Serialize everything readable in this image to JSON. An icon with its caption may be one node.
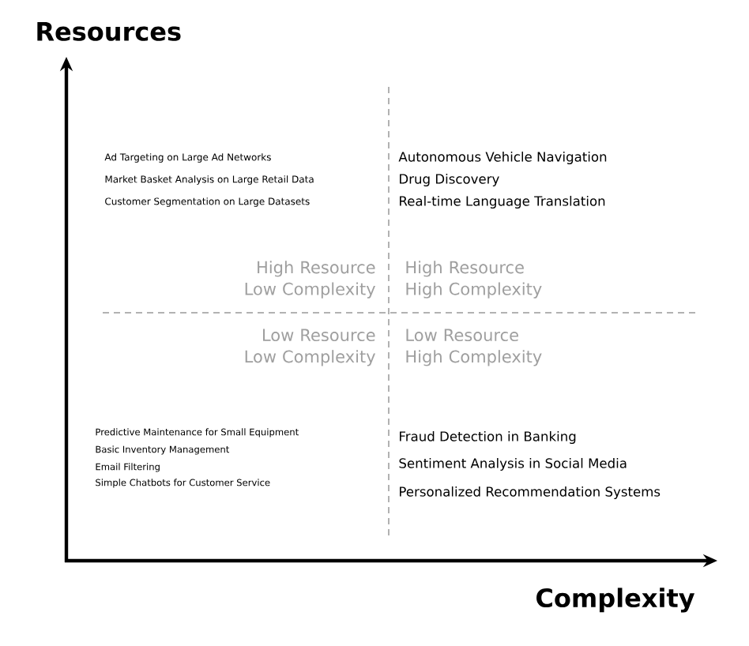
{
  "diagram": {
    "labels": [
      "Resources",
      "Ad Targeting on Large Ad Networks",
      "Market Basket Analysis on Large Retail Data",
      "Customer Segmentation on Large Datasets",
      "Autonomous Vehicle Navigation",
      "Drug Discovery",
      "Real-time Language Translation",
      "High Resource Low Complexity",
      "High Resource High Complexity",
      "Low Resource Low Complexity",
      "Low Resource High Complexity",
      "Predictive Maintenance for Small Equipment",
      "Basic Inventory Management",
      "Email Filtering",
      "Simple Chatbots for Customer Service",
      "Fraud Detection in Banking",
      "Sentiment Analysis in Social Media",
      "Personalized Recommendation Systems",
      "Complexity"
    ]
  }
}
